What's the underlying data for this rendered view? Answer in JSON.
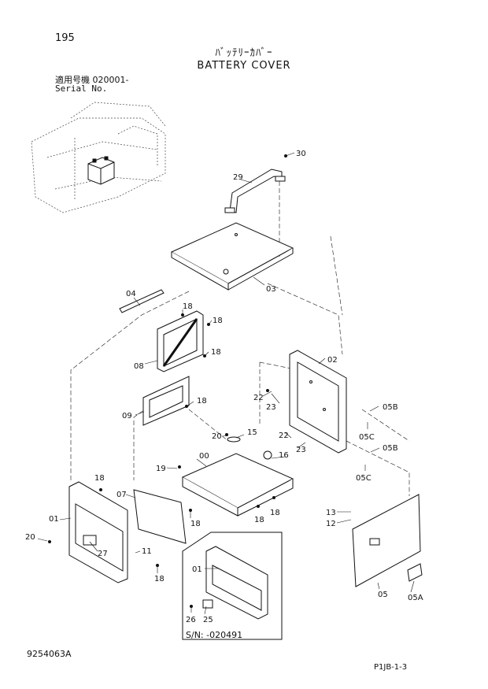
{
  "page_number": "195",
  "title_jp": "ﾊﾞｯﾃﾘｰｶﾊﾞｰ",
  "title_en": "BATTERY COVER",
  "serial": {
    "label_jp": "適用号機",
    "value": "020001-",
    "label_en": "Serial No."
  },
  "inset_serial": "S/N: -020491",
  "footer_code_left": "9254063A",
  "footer_code_right": "P1JB-1-3",
  "callouts": {
    "c30": "30",
    "c29": "29",
    "c03": "03",
    "c04": "04",
    "c18a": "18",
    "c18b": "18",
    "c18c": "18",
    "c18d": "18",
    "c18e": "18",
    "c18f": "18",
    "c18g": "18",
    "c18h": "18",
    "c18i": "18",
    "c08": "08",
    "c09": "09",
    "c02": "02",
    "c22a": "22",
    "c23a": "23",
    "c22b": "22",
    "c23b": "23",
    "c05Ba": "05B",
    "c05Ca": "05C",
    "c05Bb": "05B",
    "c05Cb": "05C",
    "c20a": "20",
    "c15": "15",
    "c16": "16",
    "c19": "19",
    "c00": "00",
    "c07": "07",
    "c01": "01",
    "c20b": "20",
    "c27": "27",
    "c11": "11",
    "c13": "13",
    "c12": "12",
    "c05": "05",
    "c05A": "05A",
    "c01b": "01",
    "c26": "26",
    "c25": "25"
  }
}
